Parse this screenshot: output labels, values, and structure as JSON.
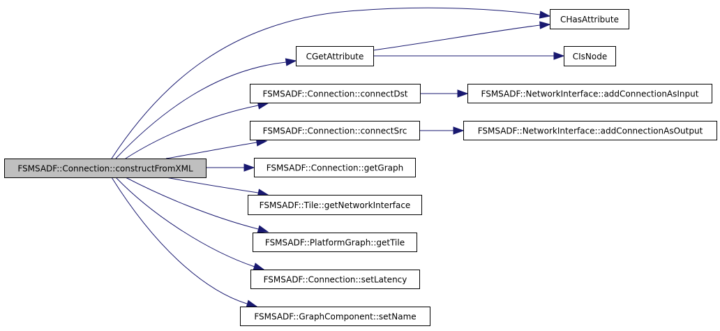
{
  "diagram": {
    "type": "call-graph",
    "root": "constructFromXML",
    "colors": {
      "edge": "#191970",
      "node_border": "#000000",
      "root_fill": "#bfbfbf",
      "node_fill": "#ffffff"
    },
    "nodes": [
      {
        "id": "constructFromXML",
        "label": "FSMSADF::Connection::constructFromXML",
        "highlighted": true
      },
      {
        "id": "CGetAttribute",
        "label": "CGetAttribute"
      },
      {
        "id": "CHasAttribute",
        "label": "CHasAttribute"
      },
      {
        "id": "CIsNode",
        "label": "CIsNode"
      },
      {
        "id": "connectDst",
        "label": "FSMSADF::Connection::connectDst"
      },
      {
        "id": "connectSrc",
        "label": "FSMSADF::Connection::connectSrc"
      },
      {
        "id": "addConnectionAsInput",
        "label": "FSMSADF::NetworkInterface::addConnectionAsInput"
      },
      {
        "id": "addConnectionAsOutput",
        "label": "FSMSADF::NetworkInterface::addConnectionAsOutput"
      },
      {
        "id": "getGraph",
        "label": "FSMSADF::Connection::getGraph"
      },
      {
        "id": "getNetworkInterface",
        "label": "FSMSADF::Tile::getNetworkInterface"
      },
      {
        "id": "getTile",
        "label": "FSMSADF::PlatformGraph::getTile"
      },
      {
        "id": "setLatency",
        "label": "FSMSADF::Connection::setLatency"
      },
      {
        "id": "setName",
        "label": "FSMSADF::GraphComponent::setName"
      }
    ],
    "edges": [
      {
        "from": "constructFromXML",
        "to": "CHasAttribute"
      },
      {
        "from": "constructFromXML",
        "to": "CGetAttribute"
      },
      {
        "from": "constructFromXML",
        "to": "connectDst"
      },
      {
        "from": "constructFromXML",
        "to": "connectSrc"
      },
      {
        "from": "constructFromXML",
        "to": "getGraph"
      },
      {
        "from": "constructFromXML",
        "to": "getNetworkInterface"
      },
      {
        "from": "constructFromXML",
        "to": "getTile"
      },
      {
        "from": "constructFromXML",
        "to": "setLatency"
      },
      {
        "from": "constructFromXML",
        "to": "setName"
      },
      {
        "from": "CGetAttribute",
        "to": "CHasAttribute"
      },
      {
        "from": "CGetAttribute",
        "to": "CIsNode"
      },
      {
        "from": "connectDst",
        "to": "addConnectionAsInput"
      },
      {
        "from": "connectSrc",
        "to": "addConnectionAsOutput"
      }
    ]
  }
}
